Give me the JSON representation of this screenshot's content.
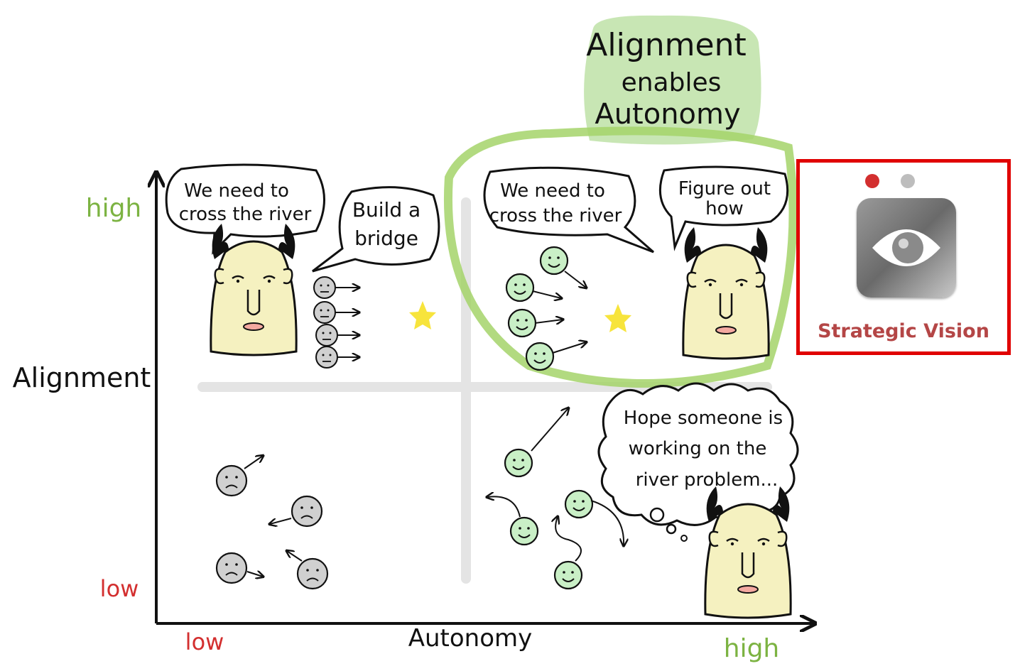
{
  "header": {
    "line1": "Alignment",
    "line2": "enables",
    "line3": "Autonomy"
  },
  "axes": {
    "y_label": "Alignment",
    "x_label": "Autonomy",
    "y_high": "high",
    "y_low": "low",
    "x_low": "low",
    "x_high": "high"
  },
  "bubbles": {
    "tl_leader_line1": "We need to",
    "tl_leader_line2": "cross the river",
    "tl_order_line1": "Build a",
    "tl_order_line2": "bridge",
    "tr_leader_line1": "We need to",
    "tr_leader_line2": "cross the river",
    "tr_team_line1": "Figure out",
    "tr_team_line2": "how",
    "br_thought_line1": "Hope someone is",
    "br_thought_line2": "working on the",
    "br_thought_line3": "river problem..."
  },
  "card": {
    "title": "Strategic Vision",
    "icon": "eye-icon"
  },
  "colors": {
    "high_label": "#7cb342",
    "low_label": "#d32f2f",
    "green_highlight": "#c8e6b4",
    "green_ring": "#a5d46a",
    "face_green": "#c9efc6",
    "face_gray": "#d0d0d0",
    "leader_skin": "#f5f1c0",
    "card_border": "#e00000",
    "card_title": "#b44646"
  }
}
